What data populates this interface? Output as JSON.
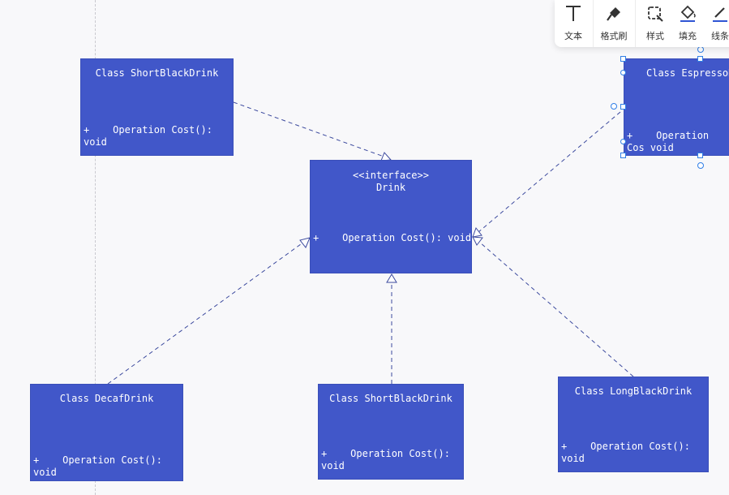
{
  "toolbar": {
    "items": [
      {
        "label": "文本",
        "icon": "text-icon"
      },
      {
        "label": "格式刷",
        "icon": "format-painter-icon"
      },
      {
        "label": "样式",
        "icon": "style-icon"
      },
      {
        "label": "填充",
        "icon": "fill-icon"
      },
      {
        "label": "线条",
        "icon": "line-icon"
      }
    ]
  },
  "colors": {
    "box_fill": "#4157c9",
    "box_text": "#ffffff",
    "connector": "#3c4a9e",
    "selection": "#2f7ee6",
    "background": "#f8f8fa"
  },
  "diagram": {
    "interface": {
      "stereotype": "<<interface>>",
      "name": "Drink",
      "method": "+    Operation Cost(): void"
    },
    "classes": [
      {
        "id": "short-black-top",
        "title": "Class ShortBlackDrink",
        "method": "+    Operation Cost(): void"
      },
      {
        "id": "espresso",
        "title": "Class EspressoD",
        "method": "+    Operation Cos void",
        "selected": true
      },
      {
        "id": "decaf",
        "title": "Class DecafDrink",
        "method": "+    Operation Cost(): void"
      },
      {
        "id": "short-black-bottom",
        "title": "Class ShortBlackDrink",
        "method": "+    Operation Cost(): void"
      },
      {
        "id": "long-black",
        "title": "Class LongBlackDrink",
        "method": "+    Operation Cost(): void"
      }
    ],
    "relations": [
      {
        "from": "short-black-top",
        "to": "interface",
        "type": "realization"
      },
      {
        "from": "espresso",
        "to": "interface",
        "type": "realization"
      },
      {
        "from": "decaf",
        "to": "interface",
        "type": "realization"
      },
      {
        "from": "short-black-bottom",
        "to": "interface",
        "type": "realization"
      },
      {
        "from": "long-black",
        "to": "interface",
        "type": "realization"
      }
    ]
  }
}
